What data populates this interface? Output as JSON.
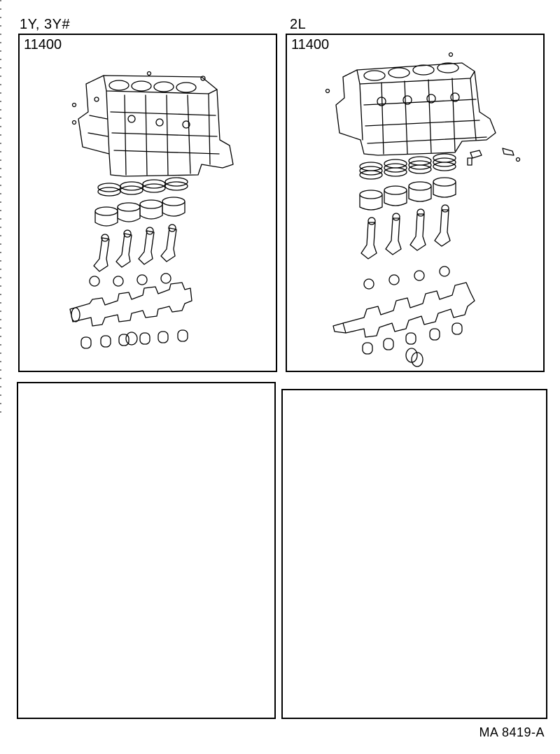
{
  "panels": [
    {
      "engine": "1Y, 3Y#",
      "part_number": "11400",
      "illustration": "short-block-assembly"
    },
    {
      "engine": "2L",
      "part_number": "11400",
      "illustration": "short-block-assembly"
    },
    {
      "engine": "",
      "part_number": "",
      "illustration": ""
    },
    {
      "engine": "",
      "part_number": "",
      "illustration": ""
    }
  ],
  "footer": {
    "diagram_code": "MA  8419-A"
  }
}
